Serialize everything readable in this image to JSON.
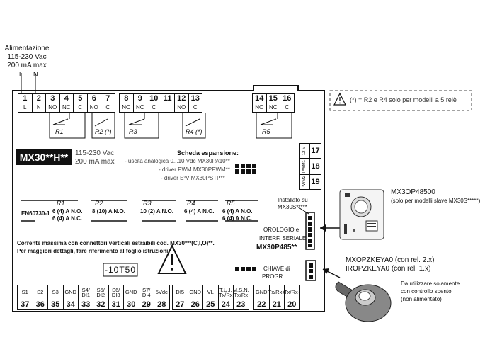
{
  "power": {
    "title": "Alimentazione",
    "voltage": "115-230 Vac",
    "current": "200 mA max",
    "L": "L",
    "N": "N"
  },
  "top_terminals": [
    {
      "num": "1",
      "sig": "L"
    },
    {
      "num": "2",
      "sig": "N"
    },
    {
      "num": "3",
      "sig": "NO"
    },
    {
      "num": "4",
      "sig": "NC"
    },
    {
      "num": "5",
      "sig": "C"
    },
    {
      "num": "6",
      "sig": "NO"
    },
    {
      "num": "7",
      "sig": "C"
    },
    {
      "num": "8",
      "sig": "NO"
    },
    {
      "num": "9",
      "sig": "NC"
    },
    {
      "num": "10",
      "sig": "C"
    },
    {
      "num": "11",
      "sig": ""
    },
    {
      "num": "12",
      "sig": "NO"
    },
    {
      "num": "13",
      "sig": "C"
    },
    {
      "num": "14",
      "sig": "NO"
    },
    {
      "num": "15",
      "sig": "NC"
    },
    {
      "num": "16",
      "sig": "C"
    }
  ],
  "relay_labels": [
    "R1",
    "R2 (*)",
    "R3",
    "R4 (*)",
    "R5"
  ],
  "note_box": "(*) = R2 e R4 solo per modelli a 5 relè",
  "model": {
    "name": "MX30**H**",
    "voltage": "115-230 Vac",
    "current": "200 mA max"
  },
  "expansion": {
    "title": "Scheda espansione:",
    "lines": [
      "- uscita analogica 0...10 Vdc MX30PA10**",
      "- driver PWM MX30PPWM**",
      "- driver E²V MX30PSTP**"
    ]
  },
  "side_terminals": [
    {
      "num": "17",
      "sig": "12 V"
    },
    {
      "num": "18",
      "sig": "PWM1"
    },
    {
      "num": "19",
      "sig": "PWM2"
    }
  ],
  "ratings": {
    "standard": "EN60730-1",
    "columns": [
      {
        "relay": "R1",
        "l1": "6 (4) A N.O.",
        "l2": "6 (4) A N.C."
      },
      {
        "relay": "R2",
        "l1": "8 (10) A N.O.",
        "l2": ""
      },
      {
        "relay": "R3",
        "l1": "10 (2) A N.O.",
        "l2": ""
      },
      {
        "relay": "R4",
        "l1": "6 (4) A N.O.",
        "l2": ""
      },
      {
        "relay": "R5",
        "l1": "6 (4) A N.O.",
        "l2": "6 (4) A N.C."
      }
    ]
  },
  "installed": {
    "line1": "Installato su",
    "line2": "MX30S*****"
  },
  "clock": {
    "line1": "OROLOGIO e",
    "line2": "INTERF. SERIALE",
    "code": "MX30P485**"
  },
  "current_note": {
    "line1": "Corrente massima con connettori verticali estraibili cod. MX30***(C,I,O)**.",
    "line2": "Per maggiori dettagli, fare riferimento al foglio istruzioni."
  },
  "temp_display": "-10T50",
  "key_label": {
    "line1": "CHIAVE di",
    "line2": "PROGR."
  },
  "bottom_terminals": [
    {
      "num": "37",
      "sig": "S1"
    },
    {
      "num": "36",
      "sig": "S2"
    },
    {
      "num": "35",
      "sig": "S3"
    },
    {
      "num": "34",
      "sig": "GND"
    },
    {
      "num": "33",
      "sig": "S4/ DI1"
    },
    {
      "num": "32",
      "sig": "S5/ DI2"
    },
    {
      "num": "31",
      "sig": "S6/ DI3"
    },
    {
      "num": "30",
      "sig": "GND"
    },
    {
      "num": "29",
      "sig": "S7/ DI4"
    },
    {
      "num": "28",
      "sig": "5Vdc"
    },
    {
      "num": "27",
      "sig": "DI5"
    },
    {
      "num": "26",
      "sig": "GND"
    },
    {
      "num": "25",
      "sig": "VL"
    },
    {
      "num": "24",
      "sig": "T.U.I. Tx/Rx"
    },
    {
      "num": "23",
      "sig": "M.S.N. Tx/Rx"
    },
    {
      "num": "22",
      "sig": "GND"
    },
    {
      "num": "21",
      "sig": "Tx/Rx+"
    },
    {
      "num": "20",
      "sig": "Tx/Rx-"
    }
  ],
  "module": {
    "code": "MX3OP48500",
    "note": "(solo per modelli slave MX30S*****)"
  },
  "keys": {
    "line1": "MXOPZKEYA0 (con rel. 2.x)",
    "line2": "IROPZKEYA0 (con rel. 1.x)",
    "note1": "Da utilizzare solamente",
    "note2": "con controllo spento",
    "note3": "(non alimentato)"
  }
}
